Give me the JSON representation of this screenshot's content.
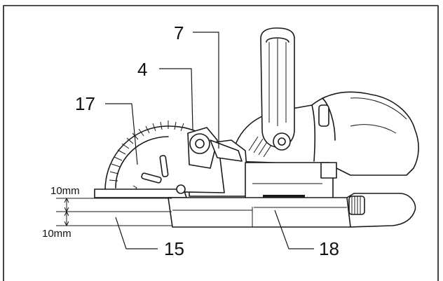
{
  "callouts": {
    "c4": "4",
    "c7": "7",
    "c17": "17",
    "c15": "15",
    "c18": "18"
  },
  "dimensions": {
    "top": "10mm",
    "bottom": "10mm"
  }
}
